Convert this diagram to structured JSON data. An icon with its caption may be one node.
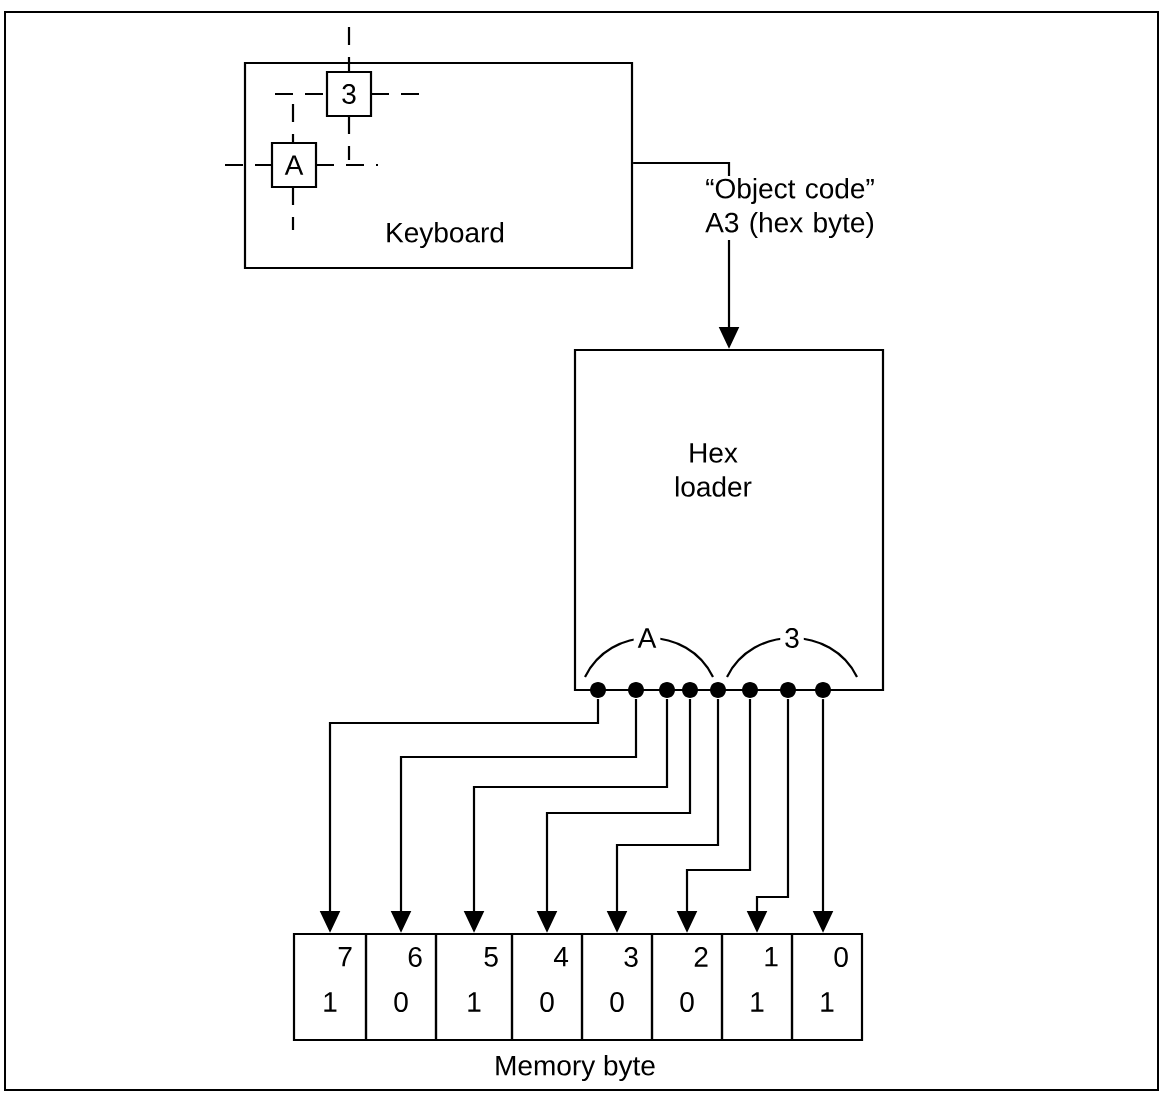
{
  "diagram": {
    "nodes": [
      {
        "text": [
          "Keyboard"
        ]
      },
      {
        "text": [
          "3"
        ],
        "in": 0
      },
      {
        "text": [
          "A"
        ],
        "in": 0
      },
      {
        "text": [
          "Hex loader"
        ]
      },
      {
        "text": [],
        "shape": "circle"
      },
      {
        "text": [],
        "shape": "circle"
      },
      {
        "text": [],
        "shape": "circle"
      },
      {
        "text": [],
        "shape": "circle"
      },
      {
        "text": [],
        "shape": "circle"
      },
      {
        "text": [],
        "shape": "circle"
      },
      {
        "text": [],
        "shape": "circle"
      },
      {
        "text": [],
        "shape": "circle"
      },
      {
        "text": [
          "7",
          "1"
        ]
      },
      {
        "text": [
          "6",
          "0"
        ]
      },
      {
        "text": [
          "5",
          "1"
        ]
      },
      {
        "text": [
          "4",
          "0"
        ]
      },
      {
        "text": [
          "3",
          "0"
        ]
      },
      {
        "text": [
          "2",
          "0"
        ]
      },
      {
        "text": [
          "1",
          "1"
        ]
      },
      {
        "text": [
          "0",
          "1"
        ]
      }
    ],
    "edges": [
      {
        "from": 0,
        "to": 3,
        "arrow": "to",
        "label": "“Object code” A3 (hex byte)"
      },
      {
        "from": 4,
        "to": 12,
        "arrow": "to"
      },
      {
        "from": 5,
        "to": 13,
        "arrow": "to"
      },
      {
        "from": 6,
        "to": 14,
        "arrow": "to"
      },
      {
        "from": 7,
        "to": 15,
        "arrow": "to"
      },
      {
        "from": 8,
        "to": 16,
        "arrow": "to"
      },
      {
        "from": 9,
        "to": 17,
        "arrow": "to"
      },
      {
        "from": 10,
        "to": 18,
        "arrow": "to"
      },
      {
        "from": 11,
        "to": 19,
        "arrow": "to"
      }
    ],
    "labels": [
      "A",
      "3",
      "Memory byte"
    ]
  }
}
